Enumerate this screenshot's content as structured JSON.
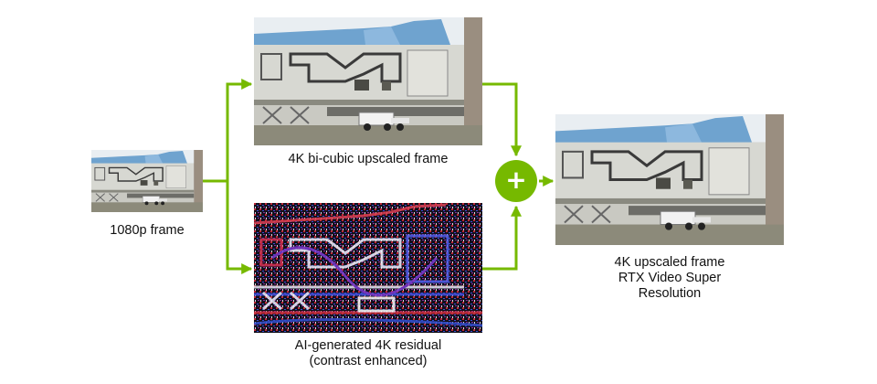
{
  "diagram": {
    "accent_color": "#76b900",
    "input": {
      "caption": "1080p frame"
    },
    "bicubic": {
      "caption": "4K bi-cubic upscaled frame"
    },
    "residual": {
      "caption_line1": "AI-generated 4K residual",
      "caption_line2": "(contrast enhanced)"
    },
    "combine": {
      "symbol": "+",
      "icon": "plus-icon"
    },
    "output": {
      "caption_line1": "4K upscaled frame",
      "caption_line2": "RTX Video Super",
      "caption_line3": "Resolution"
    }
  }
}
